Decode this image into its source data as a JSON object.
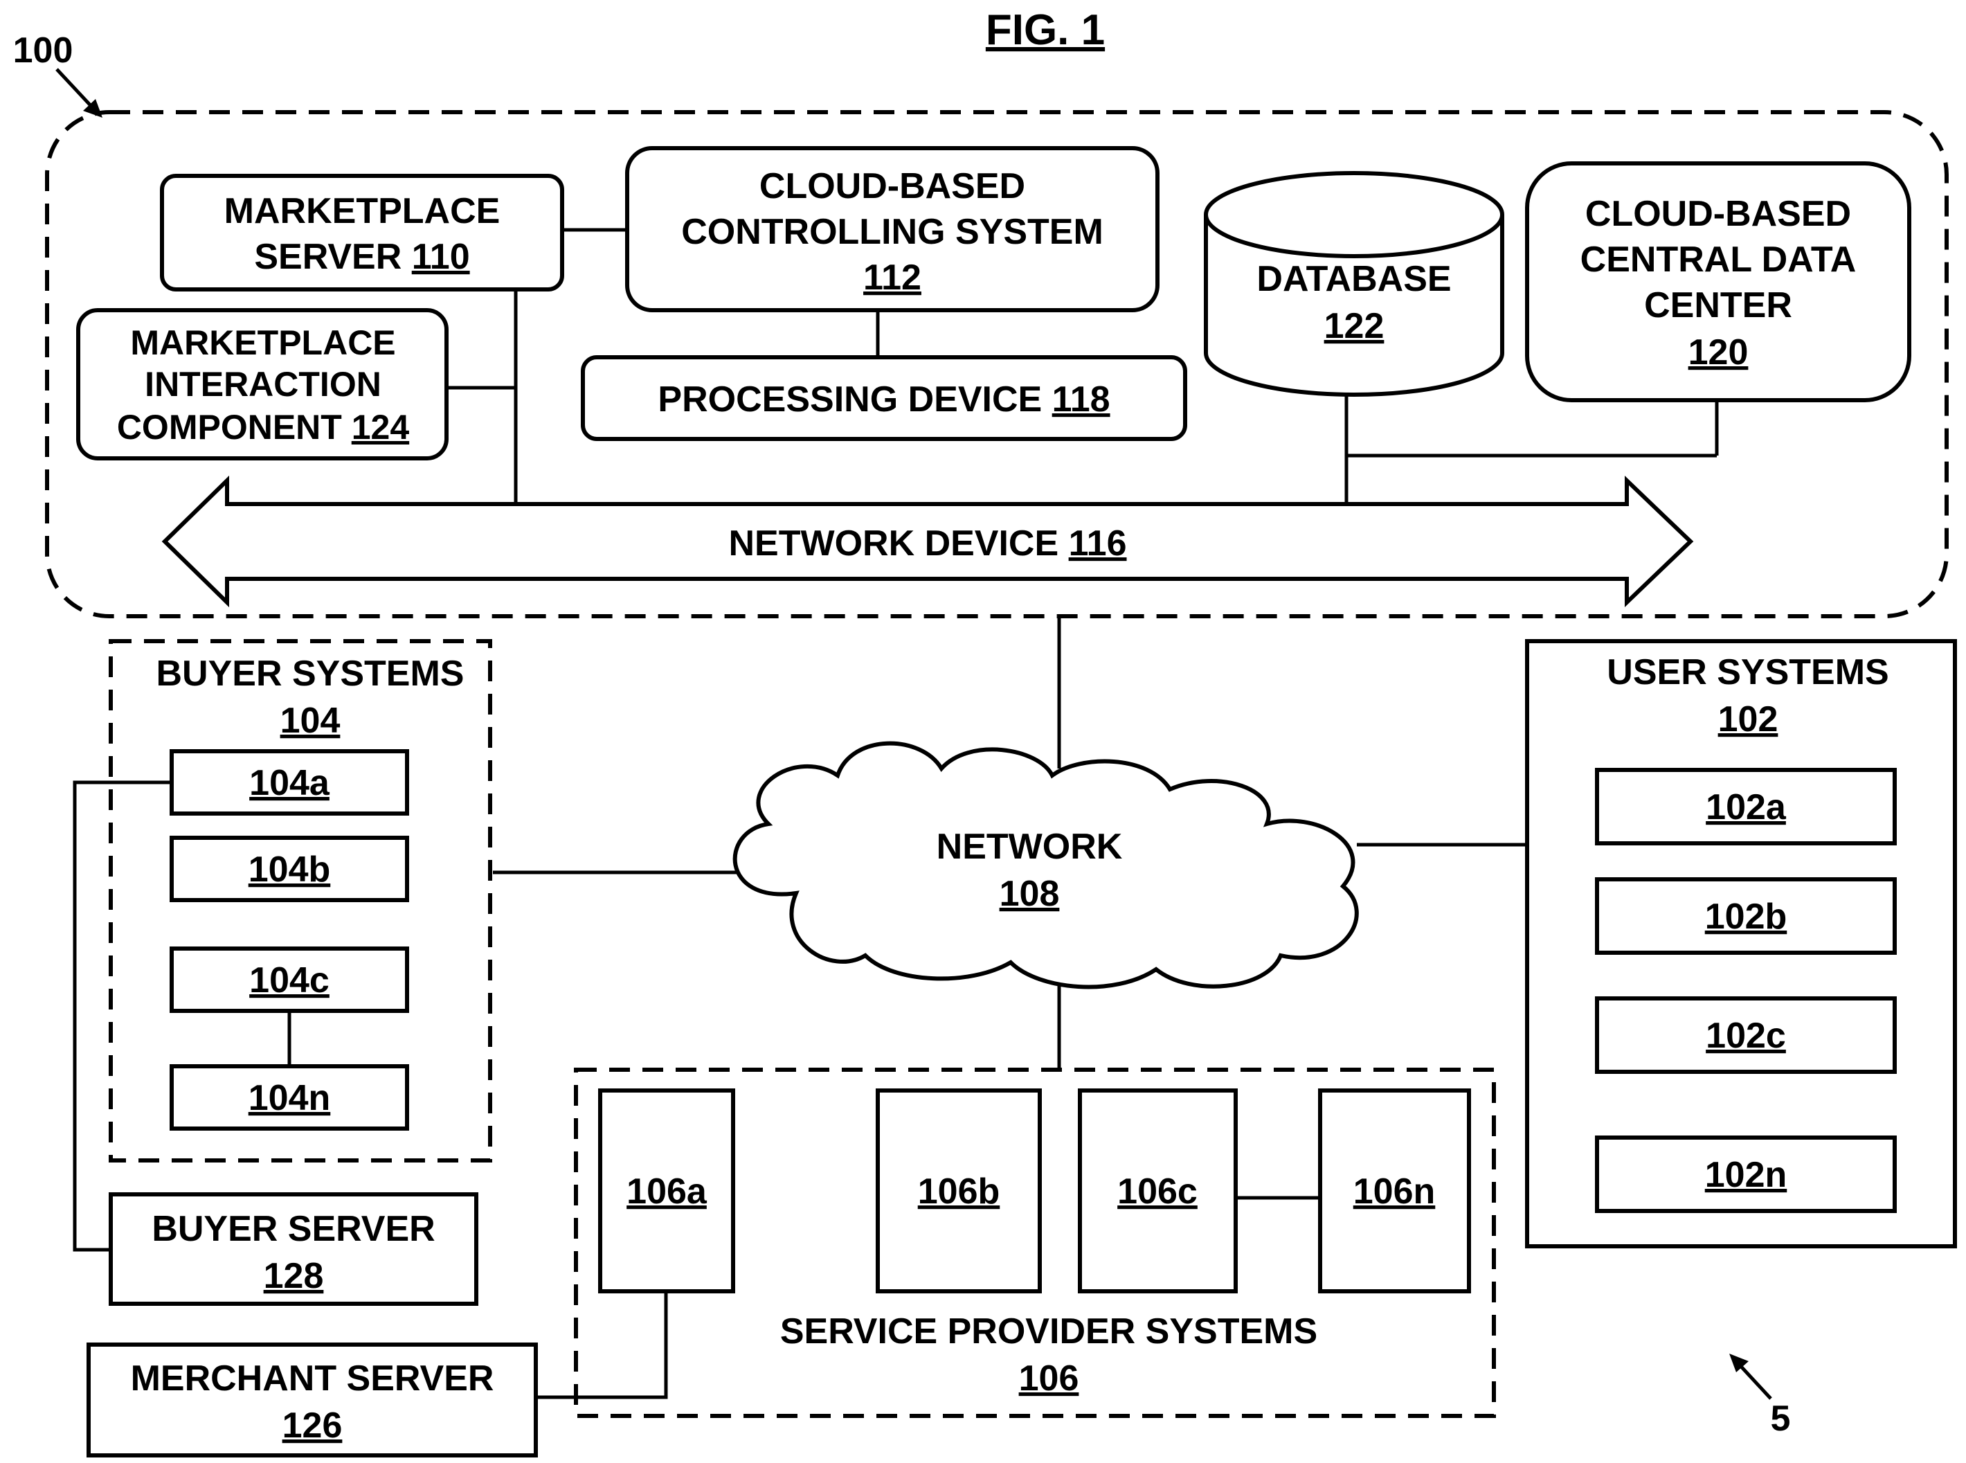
{
  "figure": {
    "title": "FIG. 1",
    "system_ref": "100",
    "env_ref": "5"
  },
  "cloud_system": {
    "marketplace_server": {
      "name_line1": "MARKETPLACE",
      "name_line2": "SERVER",
      "ref": "110"
    },
    "marketplace_interaction": {
      "name_line1": "MARKETPLACE",
      "name_line2": "INTERACTION",
      "name_line3": "COMPONENT",
      "ref": "124"
    },
    "controlling_system": {
      "name_line1": "CLOUD-BASED",
      "name_line2": "CONTROLLING SYSTEM",
      "ref": "112"
    },
    "processing_device": {
      "name": "PROCESSING DEVICE",
      "ref": "118"
    },
    "database": {
      "name": "DATABASE",
      "ref": "122"
    },
    "data_center": {
      "name_line1": "CLOUD-BASED",
      "name_line2": "CENTRAL DATA",
      "name_line3": "CENTER",
      "ref": "120"
    },
    "network_device": {
      "name": "NETWORK DEVICE",
      "ref": "116"
    }
  },
  "network": {
    "name": "NETWORK",
    "ref": "108"
  },
  "buyer_systems": {
    "name": "BUYER SYSTEMS",
    "ref": "104",
    "items": [
      "104a",
      "104b",
      "104c",
      "104n"
    ]
  },
  "user_systems": {
    "name": "USER SYSTEMS",
    "ref": "102",
    "items": [
      "102a",
      "102b",
      "102c",
      "102n"
    ]
  },
  "service_provider_systems": {
    "name": "SERVICE PROVIDER SYSTEMS",
    "ref": "106",
    "items": [
      "106a",
      "106b",
      "106c",
      "106n"
    ]
  },
  "buyer_server": {
    "name": "BUYER SERVER",
    "ref": "128"
  },
  "merchant_server": {
    "name": "MERCHANT SERVER",
    "ref": "126"
  }
}
